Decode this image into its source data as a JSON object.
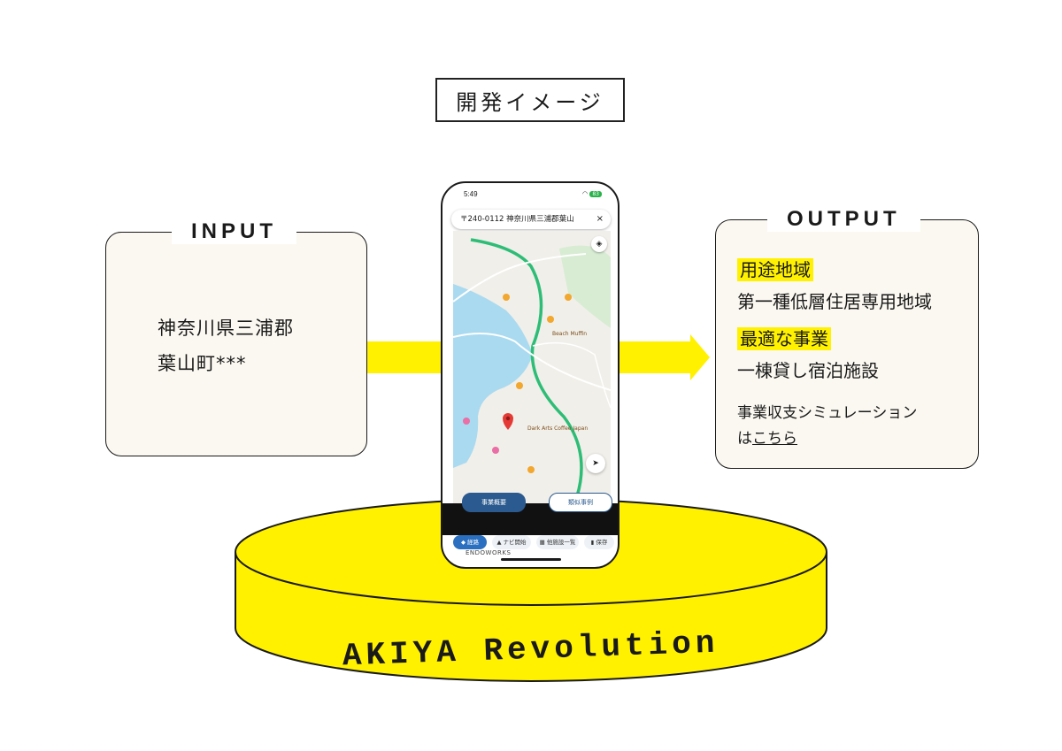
{
  "title": "開発イメージ",
  "input": {
    "label": "INPUT",
    "address_line1": "神奈川県三浦郡",
    "address_line2": "葉山町***"
  },
  "output": {
    "label": "OUTPUT",
    "zoning_label": "用途地域",
    "zoning_value": "第一種低層住居専用地域",
    "business_label": "最適な事業",
    "business_value": "一棟貸し宿泊施設",
    "simulation_text": "事業収支シミュレーション",
    "simulation_prefix": "は",
    "simulation_link": "こちら"
  },
  "platform": {
    "name": "AKIYA Revolution"
  },
  "phone": {
    "time": "5:49",
    "battery": "83",
    "search_text": "〒240-0112 神奈川県三浦郡葉山",
    "close_glyph": "×",
    "map_labels": {
      "cafe_1": "Beach Muffin",
      "cafe_2": "Dark Arts Coffee Japan"
    },
    "button_a": "事業概要",
    "button_b": "類似事例",
    "nav": [
      "経路",
      "ナビ開始",
      "他施設一覧",
      "保存"
    ],
    "brand": "ENDOWORKS"
  },
  "colors": {
    "accent_yellow": "#fff100",
    "card_background": "#fbf8f1",
    "map_water": "#aadaf0",
    "map_road": "#2dbd77",
    "pin": "#e53935"
  },
  "icons": [
    "close-icon",
    "layers-icon",
    "map-pin-icon",
    "locate-icon",
    "directions-icon",
    "navigate-icon",
    "store-icon",
    "bookmark-icon",
    "wifi-icon",
    "arrow-right-icon"
  ]
}
